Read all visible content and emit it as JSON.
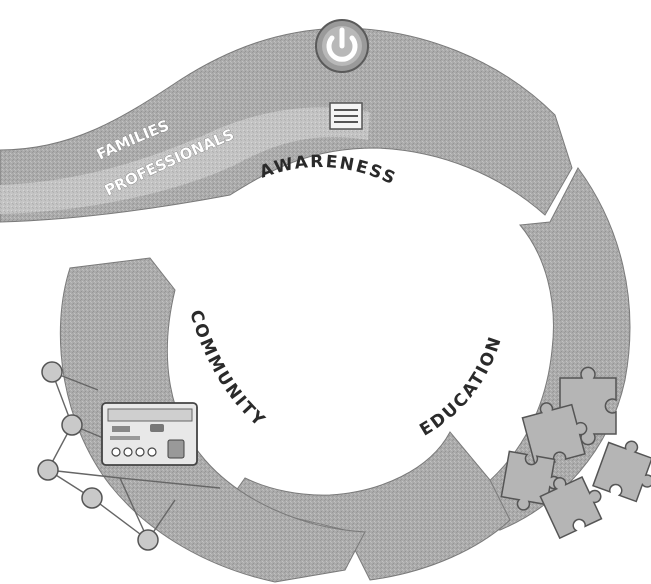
{
  "cycle": {
    "stages": {
      "awareness": "AWARENESS",
      "education": "EDUCATION",
      "community": "COMMUNITY"
    }
  },
  "inflow_bands": {
    "families": "FAMILIES",
    "professionals": "PROFESSIONALS"
  },
  "icons": {
    "awareness": "power-icon",
    "documents": "document-icon",
    "education": "puzzle-pieces-icon",
    "community": "network-icon",
    "device": "control-panel-icon"
  },
  "colors": {
    "band": "#a9a9a9",
    "band_dark": "#8a8a8a",
    "band_light": "#c4c4c4",
    "outline": "#555555"
  }
}
